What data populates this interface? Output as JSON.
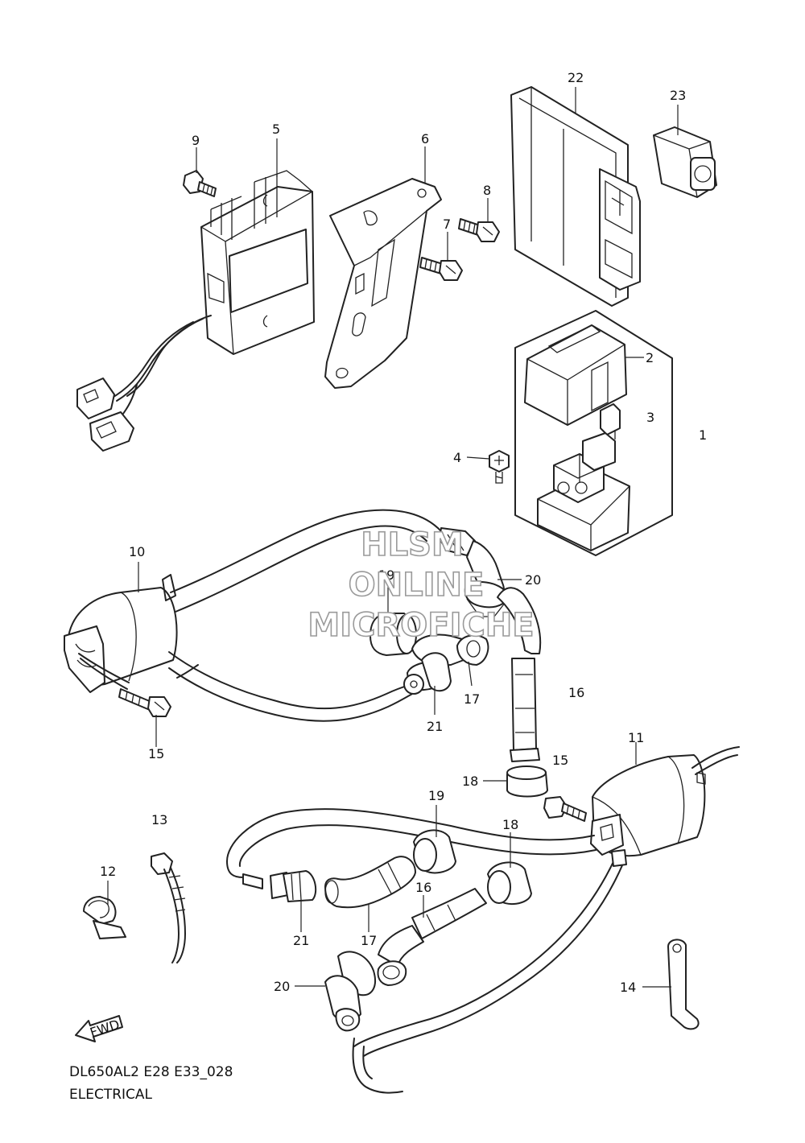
{
  "diagram": {
    "code": "DL650AL2 E28 E33_028",
    "section": "ELECTRICAL",
    "fwd_label": "FWD",
    "watermark": [
      "HLSM",
      "ONLINE",
      "MICROFICHE"
    ],
    "callouts": [
      {
        "id": "c22",
        "text": "22"
      },
      {
        "id": "c23",
        "text": "23"
      },
      {
        "id": "c9",
        "text": "9"
      },
      {
        "id": "c5",
        "text": "5"
      },
      {
        "id": "c6",
        "text": "6"
      },
      {
        "id": "c8",
        "text": "8"
      },
      {
        "id": "c7",
        "text": "7"
      },
      {
        "id": "c2",
        "text": "2"
      },
      {
        "id": "c3",
        "text": "3"
      },
      {
        "id": "c1",
        "text": "1"
      },
      {
        "id": "c4",
        "text": "4"
      },
      {
        "id": "c10",
        "text": "10"
      },
      {
        "id": "c19a",
        "text": "19"
      },
      {
        "id": "c20a",
        "text": "20"
      },
      {
        "id": "c17a",
        "text": "17"
      },
      {
        "id": "c16a",
        "text": "16"
      },
      {
        "id": "c21a",
        "text": "21"
      },
      {
        "id": "c15a",
        "text": "15"
      },
      {
        "id": "c15b",
        "text": "15"
      },
      {
        "id": "c11",
        "text": "11"
      },
      {
        "id": "c18a",
        "text": "18"
      },
      {
        "id": "c13",
        "text": "13"
      },
      {
        "id": "c19b",
        "text": "19"
      },
      {
        "id": "c18b",
        "text": "18"
      },
      {
        "id": "c12",
        "text": "12"
      },
      {
        "id": "c16b",
        "text": "16"
      },
      {
        "id": "c21b",
        "text": "21"
      },
      {
        "id": "c17b",
        "text": "17"
      },
      {
        "id": "c20b",
        "text": "20"
      },
      {
        "id": "c14",
        "text": "14"
      }
    ]
  }
}
